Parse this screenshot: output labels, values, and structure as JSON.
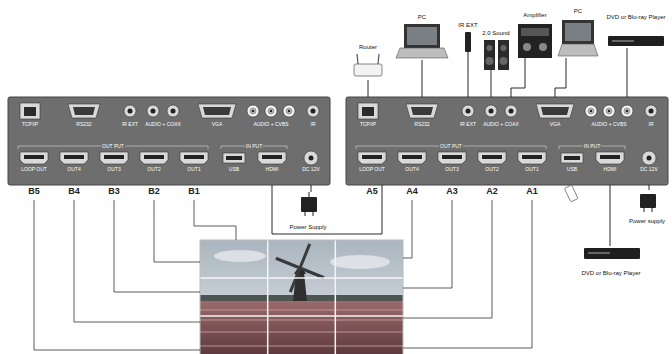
{
  "diagram": {
    "nodes": [
      {
        "text": [
          "TCP/IP",
          "RS232",
          "IR EXT",
          "AUDIO + COAX",
          "VGA",
          "AUDIO + CVBS",
          "IR",
          "OUT PUT",
          "IN PUT",
          "LOOP OUT",
          "OUT4",
          "OUT3",
          "OUT2",
          "OUT1",
          "USB",
          "HDMI",
          "DC 12V"
        ]
      },
      {
        "text": [
          "TCP/IP",
          "RS232",
          "IR EXT",
          "AUDIO + COAX",
          "VGA",
          "AUDIO + CVBS",
          "IR",
          "OUT PUT",
          "IN PUT",
          "LOOP OUT",
          "OUT4",
          "OUT3",
          "OUT2",
          "OUT1",
          "USB",
          "HDMI",
          "DC 12V"
        ]
      },
      {
        "text": [
          "Router"
        ]
      },
      {
        "text": [
          "PC"
        ]
      },
      {
        "text": [
          "IR EXT"
        ]
      },
      {
        "text": [
          "2.0 Sound"
        ]
      },
      {
        "text": [
          "Amplifier"
        ]
      },
      {
        "text": [
          "PC"
        ]
      },
      {
        "text": [
          "DVD or Blu-ray Player"
        ]
      },
      {
        "text": [
          "DVD or Blu-ray Player"
        ]
      },
      {
        "text": [
          "Power Supply"
        ]
      },
      {
        "text": [
          "Power supply"
        ]
      }
    ],
    "edges": [
      {
        "from": 2,
        "to": 1,
        "arrow": "none"
      },
      {
        "from": 3,
        "to": 1,
        "arrow": "none"
      },
      {
        "from": 4,
        "to": 1,
        "arrow": "none"
      },
      {
        "from": 5,
        "to": 1,
        "arrow": "none"
      },
      {
        "from": 6,
        "to": 1,
        "arrow": "none"
      },
      {
        "from": 7,
        "to": 1,
        "arrow": "none"
      },
      {
        "from": 8,
        "to": 1,
        "arrow": "none"
      },
      {
        "from": 9,
        "to": 1,
        "arrow": "none"
      },
      {
        "from": 10,
        "to": 0,
        "arrow": "none"
      },
      {
        "from": 11,
        "to": 1,
        "arrow": "none"
      },
      {
        "from": 1,
        "to": 0,
        "arrow": "none"
      }
    ],
    "labels": [
      "B5",
      "B4",
      "B3",
      "B2",
      "B1",
      "A5",
      "A4",
      "A3",
      "A2",
      "A1"
    ]
  }
}
